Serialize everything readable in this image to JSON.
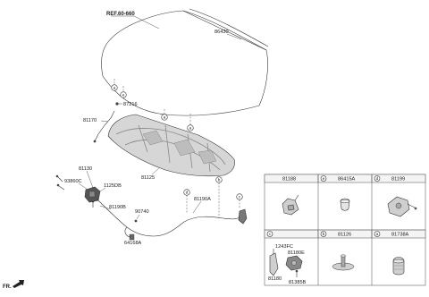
{
  "callouts": {
    "ref": "REF.60-660",
    "hood_panel": "86430",
    "hood_insulator": "81125",
    "hood_stay": "81170",
    "clip_stay": "87216",
    "latch_assy": "81130",
    "release_cable": "81190A",
    "cable_b": "81190B",
    "bolt_a": "93860C",
    "bolt_b": "1125DB",
    "grommet": "90740",
    "clip_cable": "64168A",
    "fr": "FR."
  },
  "circle_letters": {
    "a": "a",
    "b": "b",
    "c": "c",
    "d": "d",
    "e": "e"
  },
  "table": {
    "row1": [
      {
        "letter": "",
        "code": "81188"
      },
      {
        "letter": "e",
        "code": "86415A"
      },
      {
        "letter": "d",
        "code": "81199"
      }
    ],
    "row2": [
      {
        "letter": "c",
        "code": ""
      },
      {
        "letter": "b",
        "code": "81126"
      },
      {
        "letter": "a",
        "code": "81738A"
      }
    ],
    "cell_c_parts": [
      "1243FC",
      "81180E",
      "81180",
      "81385B"
    ]
  }
}
